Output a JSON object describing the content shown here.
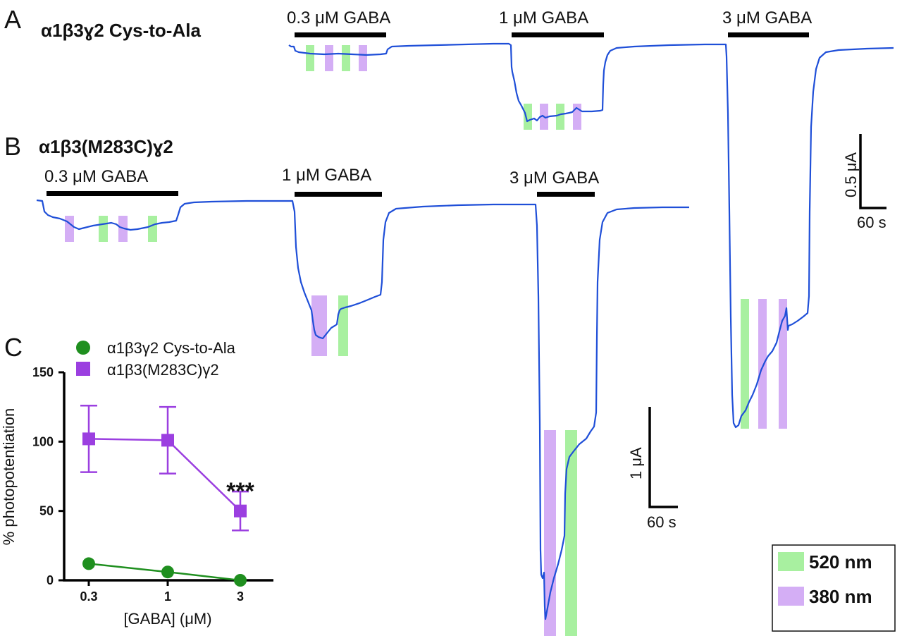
{
  "panels": {
    "a": {
      "letter": "A",
      "title": "α1β3ɣ2 Cys-to-Ala",
      "gaba_labels": [
        "0.3 μM GABA",
        "1 μM GABA",
        "3 μM GABA"
      ],
      "scale_y": "0.5 μA",
      "scale_x": "60 s"
    },
    "b": {
      "letter": "B",
      "title": "α1β3(M283C)ɣ2",
      "gaba_labels": [
        "0.3 μM GABA",
        "1 μM GABA",
        "3 μM GABA"
      ],
      "scale_y": "1 μA",
      "scale_x": "60 s"
    },
    "c": {
      "letter": "C",
      "significance": "***"
    }
  },
  "wavelength_legend": {
    "green_label": "520 nm",
    "purple_label": "380 nm",
    "green_color": "#a8f0a0",
    "purple_color": "#d4aef5",
    "green_text_color": "#1f8a1f",
    "purple_text_color": "#9b3fe0"
  },
  "colors": {
    "trace": "#1f4fd8",
    "bar": "#000000",
    "green_series": "#1f8f1f",
    "purple_series": "#9b3fe0"
  },
  "chart_data": {
    "type": "line",
    "x": [
      0.3,
      1,
      3
    ],
    "categories": [
      "0.3",
      "1",
      "3"
    ],
    "xlabel": "[GABA] (μM)",
    "ylabel": "% photopotentiation",
    "ylim": [
      0,
      150
    ],
    "y_ticks": [
      "0",
      "50",
      "100",
      "150"
    ],
    "grid": false,
    "legend_position": "top",
    "series": [
      {
        "name": "α1β3γ2 Cys-to-Ala",
        "marker": "circle",
        "values": [
          12,
          6,
          0
        ],
        "errors": [
          0,
          0,
          0
        ]
      },
      {
        "name": "α1β3(M283C)γ2",
        "marker": "square",
        "values": [
          102,
          101,
          50
        ],
        "errors": [
          24,
          24,
          14
        ]
      }
    ]
  }
}
